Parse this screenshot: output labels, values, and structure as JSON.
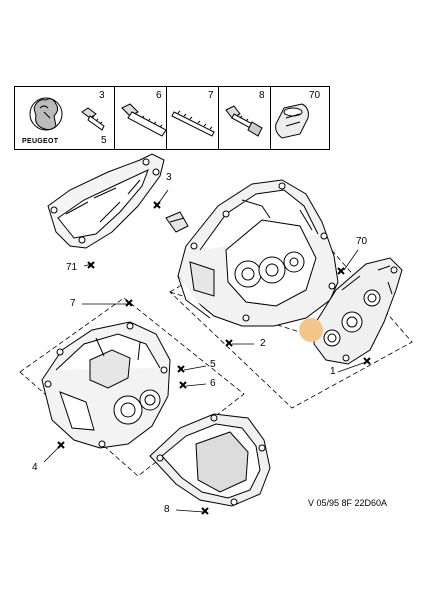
{
  "brand": {
    "name": "PEUGEOT"
  },
  "legend": {
    "items": [
      {
        "number": "3",
        "icon": "short-bolt-icon"
      },
      {
        "number": "5",
        "icon": "short-bolt-icon"
      },
      {
        "number": "6",
        "icon": "long-bolt-icon"
      },
      {
        "number": "7",
        "icon": "stud-icon"
      },
      {
        "number": "8",
        "icon": "flanged-bolt-icon"
      },
      {
        "number": "70",
        "icon": "dowel-sleeve-icon"
      }
    ]
  },
  "callouts": {
    "c1": "1",
    "c2": "2",
    "c3": "3",
    "c4": "4",
    "c5": "5",
    "c6": "6",
    "c7": "7",
    "c8": "8",
    "c70": "70",
    "c71": "71"
  },
  "reference": "V 05/95 8F 22D60A",
  "colors": {
    "highlight": "#f5c68a",
    "ink": "#000000"
  }
}
